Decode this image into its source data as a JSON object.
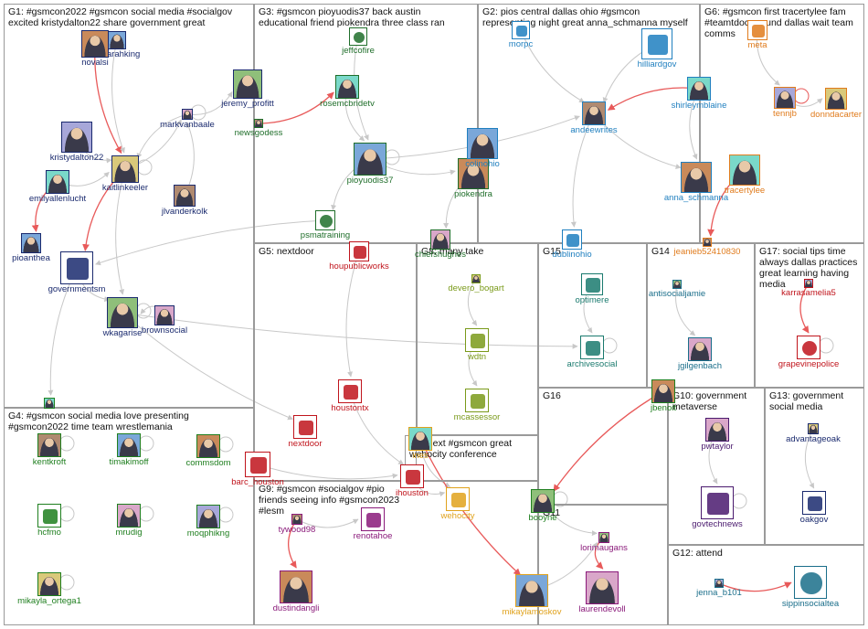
{
  "colors": {
    "edge": "#c8c8c8",
    "edge_red": "#e85a5a",
    "box_border": "#9a9a9a"
  },
  "groups": [
    {
      "id": "G1",
      "title": "G1: #gsmcon2022 #gsmcon social media #socialgov\nexcited kristydalton22 share government great"
    },
    {
      "id": "G3",
      "title": "G3: #gsmcon pioyuodis37 back austin\neducational friend piokendra three class ran"
    },
    {
      "id": "G2",
      "title": "G2: pios central dallas ohio #gsmcon\nrepresenting night great anna_schmanna myself"
    },
    {
      "id": "G6",
      "title": "G6: #gsmcon first tracertylee fam\n#teamtdoc around dallas wait team\ncomms"
    },
    {
      "id": "G5",
      "title": "G5: nextdoor"
    },
    {
      "id": "G8",
      "title": "G8: many take"
    },
    {
      "id": "G15",
      "title": "G15"
    },
    {
      "id": "G14",
      "title": "G14"
    },
    {
      "id": "G17",
      "title": "G17: social tips time\nalways dallas practices\ngreat learning having\nmedia"
    },
    {
      "id": "G4",
      "title": "G4: #gsmcon social media love presenting\n#gsmcon2022 time team wrestlemania"
    },
    {
      "id": "G7",
      "title": "G7: next #gsmcon great\nwehocity conference"
    },
    {
      "id": "G16",
      "title": "G16"
    },
    {
      "id": "G10",
      "title": "G10: government\nmetaverse"
    },
    {
      "id": "G13",
      "title": "G13: government\nsocial media"
    },
    {
      "id": "G9",
      "title": "G9: #gsmcon #socialgov #pio\nfriends seeing info #gsmcon2023\n#lesm"
    },
    {
      "id": "G11",
      "title": "G11"
    },
    {
      "id": "G12",
      "title": "G12: attend"
    }
  ],
  "nodes": [
    {
      "id": "sksarahking",
      "label": "sksarahking",
      "color": "#1a2a6e",
      "icon": "profile-photo"
    },
    {
      "id": "novalsi",
      "label": "novalsi",
      "color": "#1a2a6e",
      "icon": "profile-photo"
    },
    {
      "id": "jeremy_profitt",
      "label": "jeremy_profitt",
      "color": "#1a2a6e",
      "icon": "profile-photo"
    },
    {
      "id": "markvanbaale",
      "label": "markvanbaale",
      "color": "#1a2a6e",
      "icon": "profile-photo"
    },
    {
      "id": "kristydalton22",
      "label": "kristydalton22",
      "color": "#1a2a6e",
      "icon": "profile-photo"
    },
    {
      "id": "kaitlinkeeler",
      "label": "kaitlinkeeler",
      "color": "#1a2a6e",
      "icon": "profile-photo"
    },
    {
      "id": "emilyallenlucht",
      "label": "emilyallenlucht",
      "color": "#1a2a6e",
      "icon": "profile-photo"
    },
    {
      "id": "jlvanderkolk",
      "label": "jlvanderkolk",
      "color": "#1a2a6e",
      "icon": "profile-photo"
    },
    {
      "id": "pioanthea",
      "label": "pioanthea",
      "color": "#1a2a6e",
      "icon": "profile-photo"
    },
    {
      "id": "governmentsm",
      "label": "governmentsm",
      "color": "#1a2a6e",
      "icon": "government-social-media-logo"
    },
    {
      "id": "wkagarise",
      "label": "wkagarise",
      "color": "#1a2a6e",
      "icon": "profile-photo"
    },
    {
      "id": "brownsocial",
      "label": "brownsocial",
      "color": "#1a2a6e",
      "icon": "profile-photo"
    },
    {
      "id": "g1_small",
      "label": "",
      "color": "#1a2a6e",
      "icon": "profile-photo"
    },
    {
      "id": "jeffcofire",
      "label": "jeffcofire",
      "color": "#1f6e2a",
      "icon": "fire-badge-logo"
    },
    {
      "id": "rosemcbridetv",
      "label": "rosemcbridetv",
      "color": "#1f6e2a",
      "icon": "profile-photo"
    },
    {
      "id": "newsgodess",
      "label": "newsgodess",
      "color": "#1f6e2a",
      "icon": "profile-photo"
    },
    {
      "id": "pioyuodis37",
      "label": "pioyuodis37",
      "color": "#1f6e2a",
      "icon": "profile-photo"
    },
    {
      "id": "piokendra",
      "label": "piokendra",
      "color": "#1f6e2a",
      "icon": "profile-photo"
    },
    {
      "id": "psmatraining",
      "label": "psmatraining",
      "color": "#1f6e2a",
      "icon": "psma-badge-logo"
    },
    {
      "id": "chiefshughes",
      "label": "chiefshughes",
      "color": "#1f6e2a",
      "icon": "profile-photo"
    },
    {
      "id": "morpc",
      "label": "morpc",
      "color": "#1f7fbf",
      "icon": "morpc-logo"
    },
    {
      "id": "hilliardgov",
      "label": "hilliardgov",
      "color": "#1f7fbf",
      "icon": "hilliard-logo"
    },
    {
      "id": "shirleymblaine",
      "label": "shirleymblaine",
      "color": "#1f7fbf",
      "icon": "profile-photo"
    },
    {
      "id": "andeewrites",
      "label": "andeewrites",
      "color": "#1f7fbf",
      "icon": "profile-photo"
    },
    {
      "id": "colinohio",
      "label": "colinohio",
      "color": "#1f7fbf",
      "icon": "profile-photo"
    },
    {
      "id": "anna_schmanna",
      "label": "anna_schmanna",
      "color": "#1f7fbf",
      "icon": "profile-photo"
    },
    {
      "id": "dublinohio",
      "label": "dublinohio",
      "color": "#1f7fbf",
      "icon": "dublin-logo"
    },
    {
      "id": "meta",
      "label": "meta",
      "color": "#e07b1c",
      "icon": "meta-logo"
    },
    {
      "id": "tennjb",
      "label": "tennjb",
      "color": "#e07b1c",
      "icon": "profile-photo"
    },
    {
      "id": "donndacarter",
      "label": "donndacarter",
      "color": "#e07b1c",
      "icon": "profile-photo"
    },
    {
      "id": "tracertylee",
      "label": "tracertylee",
      "color": "#e07b1c",
      "icon": "profile-photo"
    },
    {
      "id": "jeanieb52410830",
      "label": "jeanieb52410830",
      "color": "#e07b1c",
      "icon": "profile-photo"
    },
    {
      "id": "houpublicworks",
      "label": "houpublicworks",
      "color": "#c0141c",
      "icon": "public-works-logo"
    },
    {
      "id": "houstontx",
      "label": "houstontx",
      "color": "#c0141c",
      "icon": "city-photo"
    },
    {
      "id": "barc_houston",
      "label": "barc_houston",
      "color": "#c0141c",
      "icon": "barc-logo"
    },
    {
      "id": "ihouston",
      "label": "ihouston",
      "color": "#c0141c",
      "icon": "ihouston-logo"
    },
    {
      "id": "nextdoor",
      "label": "nextdoor",
      "color": "#c0141c",
      "icon": "nextdoor-logo"
    },
    {
      "id": "devero_bogart",
      "label": "devero_bogart",
      "color": "#7a9a1a",
      "icon": "profile-photo"
    },
    {
      "id": "wdtn",
      "label": "wdtn",
      "color": "#7a9a1a",
      "icon": "channel-2-logo"
    },
    {
      "id": "mcassessor",
      "label": "mcassessor",
      "color": "#7a9a1a",
      "icon": "assessor-logo"
    },
    {
      "id": "optimere",
      "label": "optimere",
      "color": "#1a7a6e",
      "icon": "optimere-logo"
    },
    {
      "id": "archivesocial",
      "label": "archivesocial",
      "color": "#1a7a6e",
      "icon": "archivesocial-logo"
    },
    {
      "id": "antisocialjamie",
      "label": "antisocialjamie",
      "color": "#1a6e8a",
      "icon": "profile-photo"
    },
    {
      "id": "jgilgenbach",
      "label": "jgilgenbach",
      "color": "#1a6e8a",
      "icon": "profile-photo"
    },
    {
      "id": "karrasamelia5",
      "label": "karrasamelia5",
      "color": "#c0141c",
      "icon": "profile-photo"
    },
    {
      "id": "grapevinepolice",
      "label": "grapevinepolice",
      "color": "#c0141c",
      "icon": "police-badge-logo"
    },
    {
      "id": "g4_small",
      "label": "",
      "color": "#1f7f1f",
      "icon": "profile-photo"
    },
    {
      "id": "kentkroft",
      "label": "kentkroft",
      "color": "#1f7f1f",
      "icon": "profile-photo"
    },
    {
      "id": "timakimoff",
      "label": "timakimoff",
      "color": "#1f7f1f",
      "icon": "profile-photo"
    },
    {
      "id": "commsdom",
      "label": "commsdom",
      "color": "#1f7f1f",
      "icon": "profile-photo"
    },
    {
      "id": "hcfmo",
      "label": "hcfmo",
      "color": "#1f7f1f",
      "icon": "fire-marshal-logo"
    },
    {
      "id": "mrudig",
      "label": "mrudig",
      "color": "#1f7f1f",
      "icon": "profile-photo"
    },
    {
      "id": "moqphikng",
      "label": "moqphikng",
      "color": "#1f7f1f",
      "icon": "profile-photo"
    },
    {
      "id": "mikayla_ortega1",
      "label": "mikayla_ortega1",
      "color": "#1f7f1f",
      "icon": "profile-photo"
    },
    {
      "id": "ines",
      "label": "ines",
      "color": "#e0a21c",
      "icon": "profile-photo"
    },
    {
      "id": "wehocity",
      "label": "wehocity",
      "color": "#e0a21c",
      "icon": "weho-logo"
    },
    {
      "id": "mikaylamoskov",
      "label": "mikaylamoskov",
      "color": "#e0a21c",
      "icon": "profile-photo"
    },
    {
      "id": "jbenoit",
      "label": "jbenoit",
      "color": "#1f7f1f",
      "icon": "profile-photo"
    },
    {
      "id": "booyne",
      "label": "booyne",
      "color": "#1f7f1f",
      "icon": "profile-photo"
    },
    {
      "id": "pwtaylor",
      "label": "pwtaylor",
      "color": "#4a1a6e",
      "icon": "profile-photo"
    },
    {
      "id": "govtechnews",
      "label": "govtechnews",
      "color": "#4a1a6e",
      "icon": "gt-logo"
    },
    {
      "id": "advantageoak",
      "label": "advantageoak",
      "color": "#1a2a6e",
      "icon": "profile-photo"
    },
    {
      "id": "oakgov",
      "label": "oakgov",
      "color": "#1a2a6e",
      "icon": "oakland-county-logo"
    },
    {
      "id": "tywood98",
      "label": "tywood98",
      "color": "#8a1a7a",
      "icon": "profile-photo"
    },
    {
      "id": "renotahoe",
      "label": "renotahoe",
      "color": "#8a1a7a",
      "icon": "reno-tahoe-logo"
    },
    {
      "id": "dustindangli",
      "label": "dustindangli",
      "color": "#8a1a7a",
      "icon": "profile-photo"
    },
    {
      "id": "lorimaugans",
      "label": "lorimaugans",
      "color": "#8a1a7a",
      "icon": "profile-photo"
    },
    {
      "id": "laurendevoll",
      "label": "laurendevoll",
      "color": "#8a1a7a",
      "icon": "profile-photo"
    },
    {
      "id": "jenna_b101",
      "label": "jenna_b101",
      "color": "#1a6e8a",
      "icon": "profile-photo"
    },
    {
      "id": "sippinsocialtea",
      "label": "sippinsocialtea",
      "color": "#1a6e8a",
      "icon": "social-media-tea-logo"
    }
  ],
  "edges": [
    [
      "novalsi",
      "kaitlinkeeler",
      "red"
    ],
    [
      "sksarahking",
      "kaitlinkeeler",
      "gray"
    ],
    [
      "markvanbaale",
      "jeremy_profitt",
      "gray"
    ],
    [
      "markvanbaale",
      "kaitlinkeeler",
      "gray"
    ],
    [
      "kaitlinkeeler",
      "markvanbaale",
      "gray"
    ],
    [
      "kristydalton22",
      "kaitlinkeeler",
      "gray"
    ],
    [
      "emilyallenlucht",
      "kaitlinkeeler",
      "gray"
    ],
    [
      "emilyallenlucht",
      "pioanthea",
      "red"
    ],
    [
      "kaitlinkeeler",
      "governmentsm",
      "red"
    ],
    [
      "governmentsm",
      "wkagarise",
      "gray"
    ],
    [
      "kaitlinkeeler",
      "wkagarise",
      "gray"
    ],
    [
      "brownsocial",
      "wkagarise",
      "gray"
    ],
    [
      "wkagarise",
      "archivesocial",
      "gray"
    ],
    [
      "wkagarise",
      "nextdoor",
      "gray"
    ],
    [
      "governmentsm",
      "g1_small",
      "gray"
    ],
    [
      "jlvanderkolk",
      "markvanbaale",
      "gray"
    ],
    [
      "newsgodess",
      "rosemcbridetv",
      "red"
    ],
    [
      "rosemcbridetv",
      "pioyuodis37",
      "gray"
    ],
    [
      "jeffcofire",
      "pioyuodis37",
      "gray"
    ],
    [
      "pioyuodis37",
      "piokendra",
      "gray"
    ],
    [
      "pioyuodis37",
      "psmatraining",
      "gray"
    ],
    [
      "piokendra",
      "chiefshughes",
      "gray"
    ],
    [
      "colinohio",
      "piokendra",
      "gray"
    ],
    [
      "pioyuodis37",
      "andeewrites",
      "gray"
    ],
    [
      "psmatraining",
      "governmentsm",
      "gray"
    ],
    [
      "shirleymblaine",
      "andeewrites",
      "red"
    ],
    [
      "hilliardgov",
      "andeewrites",
      "gray"
    ],
    [
      "morpc",
      "andeewrites",
      "gray"
    ],
    [
      "andeewrites",
      "anna_schmanna",
      "gray"
    ],
    [
      "andeewrites",
      "dublinohio",
      "gray"
    ],
    [
      "shirleymblaine",
      "anna_schmanna",
      "gray"
    ],
    [
      "tracertylee",
      "jeanieb52410830",
      "red"
    ],
    [
      "tennjb",
      "donndacarter",
      "gray"
    ],
    [
      "meta",
      "tennjb",
      "gray"
    ],
    [
      "houpublicworks",
      "houstontx",
      "gray"
    ],
    [
      "houstontx",
      "ihouston",
      "gray"
    ],
    [
      "barc_houston",
      "ihouston",
      "gray"
    ],
    [
      "ihouston",
      "wehocity",
      "gray"
    ],
    [
      "devero_bogart",
      "wdtn",
      "gray"
    ],
    [
      "wdtn",
      "mcassessor",
      "gray"
    ],
    [
      "optimere",
      "archivesocial",
      "gray"
    ],
    [
      "antisocialjamie",
      "jgilgenbach",
      "gray"
    ],
    [
      "karrasamelia5",
      "grapevinepolice",
      "red"
    ],
    [
      "ines",
      "wehocity",
      "gray"
    ],
    [
      "ines",
      "mikaylamoskov",
      "red"
    ],
    [
      "jbenoit",
      "booyne",
      "red"
    ],
    [
      "pwtaylor",
      "govtechnews",
      "gray"
    ],
    [
      "advantageoak",
      "oakgov",
      "gray"
    ],
    [
      "tywood98",
      "renotahoe",
      "gray"
    ],
    [
      "tywood98",
      "dustindangli",
      "red"
    ],
    [
      "lorimaugans",
      "laurendevoll",
      "red"
    ],
    [
      "jenna_b101",
      "sippinsocialtea",
      "red"
    ],
    [
      "mikaylamoskov",
      "lorimaugans",
      "gray"
    ],
    [
      "booyne",
      "lorimaugans",
      "gray"
    ]
  ]
}
